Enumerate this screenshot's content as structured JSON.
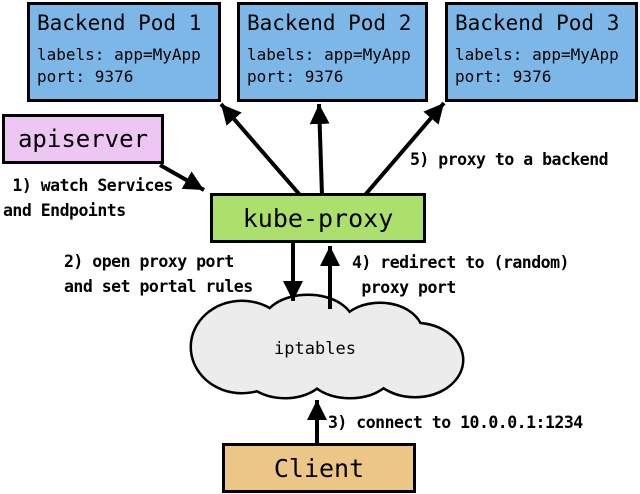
{
  "colors": {
    "background": "#ffffff",
    "pod_fill": "#7db7e8",
    "apiserver_fill": "#eec6f4",
    "kube_proxy_fill": "#abe06c",
    "client_fill": "#ecc687",
    "cloud_fill": "#ececec",
    "line": "#000000"
  },
  "pods": [
    {
      "title": "Backend Pod 1",
      "labels": "labels: app=MyApp",
      "port": "port: 9376"
    },
    {
      "title": "Backend Pod 2",
      "labels": "labels: app=MyApp",
      "port": "port: 9376"
    },
    {
      "title": "Backend Pod 3",
      "labels": "labels: app=MyApp",
      "port": "port: 9376"
    }
  ],
  "apiserver_label": "apiserver",
  "kube_proxy_label": "kube-proxy",
  "iptables_label": "iptables",
  "client_label": "Client",
  "annotations": {
    "watch": " 1) watch Services\nand Endpoints",
    "open_port": "2) open proxy port\nand set portal rules",
    "connect": "3) connect to 10.0.0.1:1234",
    "redirect": "4) redirect to (random)\n proxy port",
    "proxy_backend": "5) proxy to a backend"
  }
}
